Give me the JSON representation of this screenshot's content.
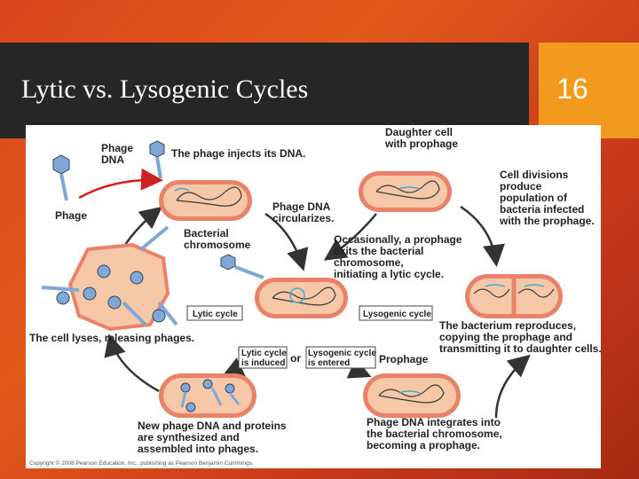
{
  "slide": {
    "title": "Lytic vs. Lysogenic Cycles",
    "slide_number": "16"
  },
  "figure": {
    "labels": {
      "phage_dna": "Phage",
      "phage_dna_2": "DNA",
      "phage": "Phage",
      "injects": "The phage injects its DNA.",
      "circularizes_1": "Phage DNA",
      "circularizes_2": "circularizes.",
      "bact_chrom_1": "Bacterial",
      "bact_chrom_2": "chromosome",
      "daughter_1": "Daughter cell",
      "daughter_2": "with prophage",
      "divisions_1": "Cell divisions",
      "divisions_2": "produce",
      "divisions_3": "population of",
      "divisions_4": "bacteria infected",
      "divisions_5": "with the prophage.",
      "occasionally_1": "Occasionally, a prophage",
      "occasionally_2": "exits the bacterial",
      "occasionally_3": "chromosome,",
      "occasionally_4": "initiating a lytic cycle.",
      "lyses": "The cell lyses, releasing phages.",
      "lytic_cycle": "Lytic cycle",
      "lysogenic_cycle": "Lysogenic cycle",
      "reproduces_1": "The bacterium reproduces,",
      "reproduces_2": "copying the prophage and",
      "reproduces_3": "transmitting it to daughter cells.",
      "lytic_induced_1": "Lytic cycle",
      "lytic_induced_2": "is induced",
      "or": "or",
      "lysogenic_entered_1": "Lysogenic cycle",
      "lysogenic_entered_2": "is entered",
      "prophage": "Prophage",
      "new_phage_1": "New phage DNA and proteins",
      "new_phage_2": "are synthesized and",
      "new_phage_3": "assembled into phages.",
      "integrates_1": "Phage DNA integrates into",
      "integrates_2": "the bacterial chromosome,",
      "integrates_3": "becoming a prophage.",
      "copyright": "Copyright © 2008 Pearson Education, Inc., publishing as Pearson Benjamin Cummings."
    },
    "colors": {
      "cell_outer": "#e8836a",
      "cell_inner": "#f6c8a8",
      "chromosome": "#3a3a3a",
      "phage_dna": "#4aa9c9",
      "arrow_red": "#d02020",
      "arrow_dark": "#333333",
      "phage_head": "#7fa8d8"
    }
  }
}
